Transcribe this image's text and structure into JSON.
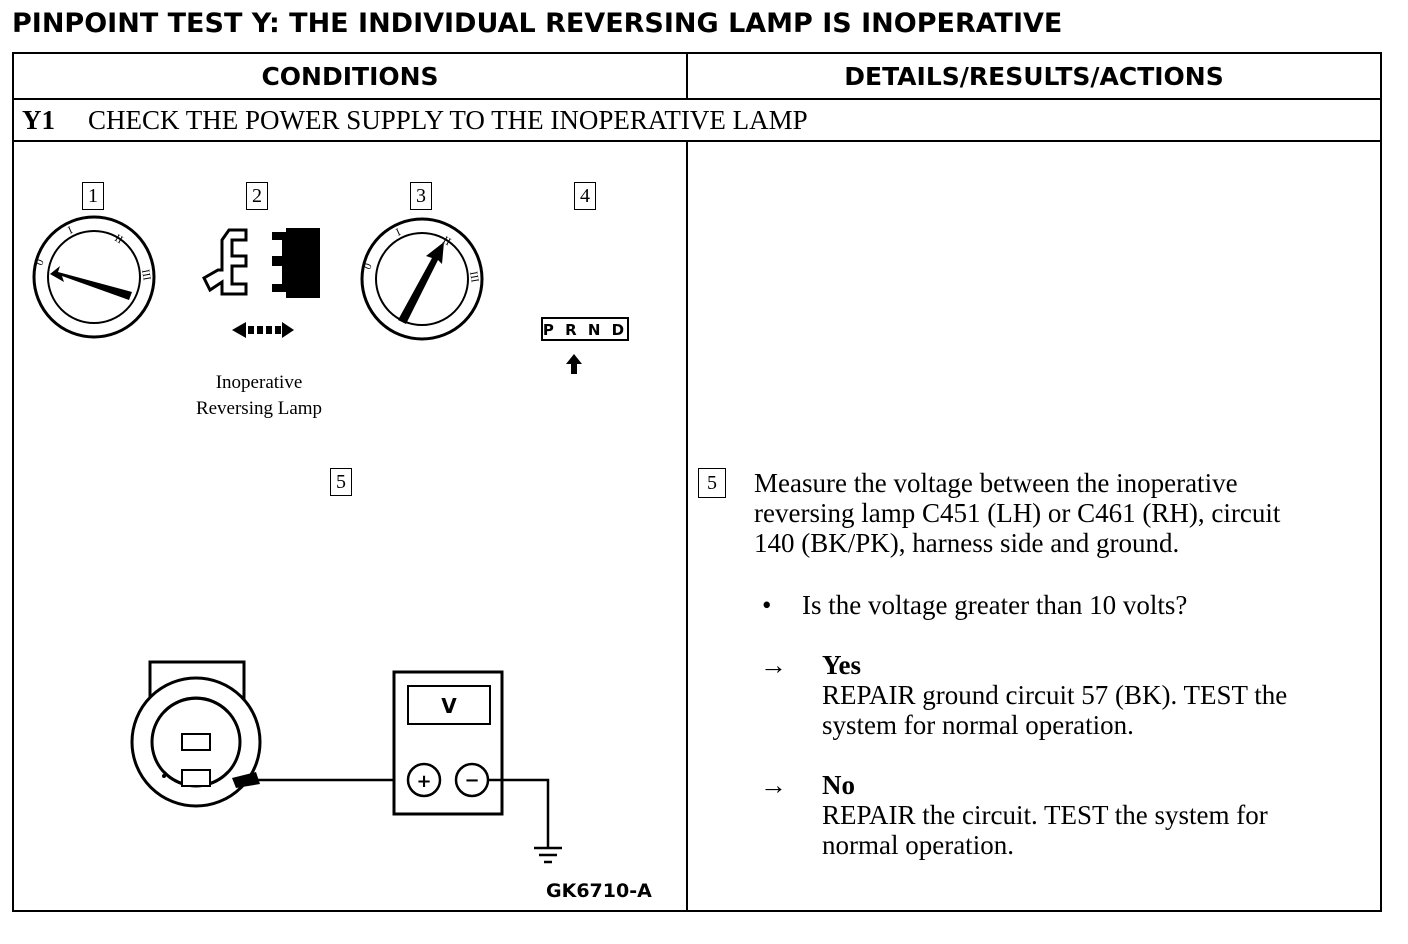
{
  "title": "PINPOINT TEST Y: THE INDIVIDUAL REVERSING LAMP IS INOPERATIVE",
  "headers": {
    "conditions": "CONDITIONS",
    "details": "DETAILS/RESULTS/ACTIONS"
  },
  "step": {
    "id": "Y1",
    "text": "CHECK THE POWER SUPPLY TO THE INOPERATIVE LAMP"
  },
  "figure": {
    "step_numbers": [
      "1",
      "2",
      "3",
      "4",
      "5"
    ],
    "ignition_positions": [
      "0",
      "I",
      "II",
      "III"
    ],
    "gear_selector": "P R N D",
    "lamp_label_line1": "Inoperative",
    "lamp_label_line2": "Reversing Lamp",
    "meter_label": "V",
    "plus": "+",
    "minus": "−",
    "code": "GK6710-A"
  },
  "details": {
    "step_number": "5",
    "instruction_line1": "Measure the voltage between the inoperative",
    "instruction_line2": "reversing lamp C451 (LH) or C461 (RH), circuit",
    "instruction_line3": "140 (BK/PK), harness side and ground.",
    "bullet": "•",
    "question": "Is the voltage greater than 10 volts?",
    "arrow": "→",
    "yes_label": "Yes",
    "yes_line1": "REPAIR ground circuit 57 (BK). TEST the",
    "yes_line2": "system for normal operation.",
    "no_label": "No",
    "no_line1": "REPAIR the circuit. TEST the system for",
    "no_line2": "normal operation."
  }
}
